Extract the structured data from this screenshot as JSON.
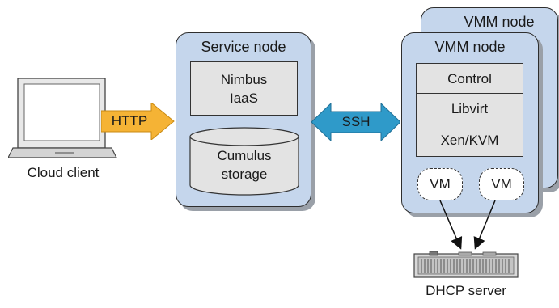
{
  "client": {
    "label": "Cloud client"
  },
  "http_arrow": {
    "label": "HTTP",
    "color": "#f5b335"
  },
  "ssh_arrow": {
    "label": "SSH",
    "color": "#2f9ac9"
  },
  "service_node": {
    "title": "Service node",
    "nimbus": "Nimbus\nIaaS",
    "cumulus": "Cumulus\nstorage"
  },
  "vmm_back": {
    "title": "VMM node"
  },
  "vmm_front": {
    "title": "VMM node",
    "stack": [
      "Control",
      "Libvirt",
      "Xen/KVM"
    ],
    "vms": [
      "VM",
      "VM"
    ]
  },
  "dhcp": {
    "label": "DHCP server"
  },
  "colors": {
    "node_fill": "#c5d6ec",
    "box_fill": "#e3e3e3",
    "shadow": "#9aa0a8"
  }
}
